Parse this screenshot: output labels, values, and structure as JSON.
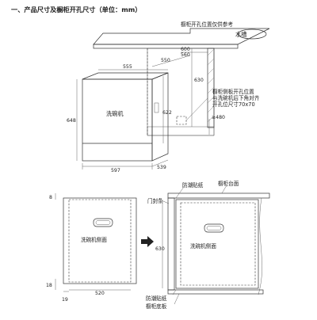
{
  "heading": "一、产品尺寸及橱柜开孔尺寸（单位：mm）",
  "top": {
    "ref_note": "橱柜开孔位置仅供参考",
    "sink": "水槽",
    "appliance": "洗碗机",
    "dims": {
      "d555": "555",
      "d550": "550",
      "d600": "600",
      "d560": "560",
      "d630": "630",
      "d648": "648",
      "d622": "622",
      "d480": "≥480",
      "d597": "597",
      "d539": "539"
    },
    "side_note": [
      "橱柜侧板开孔位置",
      "与洗碗机后下角对齐",
      "开孔位尺寸70x70"
    ]
  },
  "bottom": {
    "appliance_side": "洗碗机侧面",
    "dims": {
      "d8": "8",
      "d18": "18",
      "d19": "19",
      "d520": "520",
      "d630": "630"
    },
    "labels": {
      "moisture_top": "防潮贴纸",
      "counter_top": "橱柜台面",
      "door_seal": "门封条",
      "moisture_bottom": "防潮贴纸",
      "plinth": "橱柜底板"
    }
  }
}
